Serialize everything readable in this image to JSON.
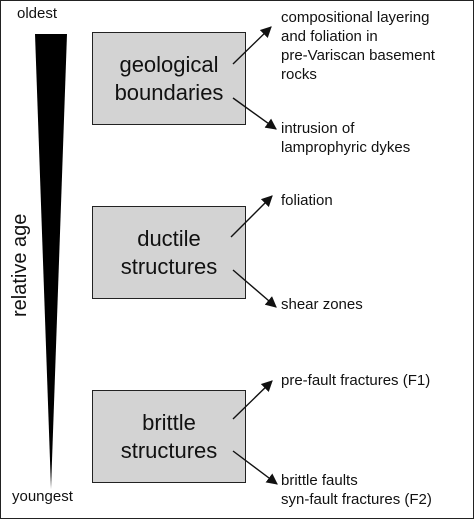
{
  "age_axis": {
    "top_label": "oldest",
    "bottom_label": "youngest",
    "axis_title": "relative age"
  },
  "categories": [
    {
      "lines": [
        "geological",
        "boundaries"
      ],
      "notes": [
        {
          "lines": [
            "compositional layering",
            "and foliation in",
            "pre-Variscan basement",
            "rocks"
          ]
        },
        {
          "lines": [
            "intrusion of",
            "lamprophyric dykes"
          ]
        }
      ]
    },
    {
      "lines": [
        "ductile",
        "structures"
      ],
      "notes": [
        {
          "lines": [
            "foliation"
          ]
        },
        {
          "lines": [
            "shear zones"
          ]
        }
      ]
    },
    {
      "lines": [
        "brittle",
        "structures"
      ],
      "notes": [
        {
          "lines": [
            "pre-fault fractures (F1)"
          ]
        },
        {
          "lines": [
            "brittle faults",
            "syn-fault fractures (F2)"
          ]
        }
      ]
    }
  ],
  "colors": {
    "box_fill": "#d3d3d3",
    "wedge_fill": "#000000",
    "text": "#111111"
  }
}
